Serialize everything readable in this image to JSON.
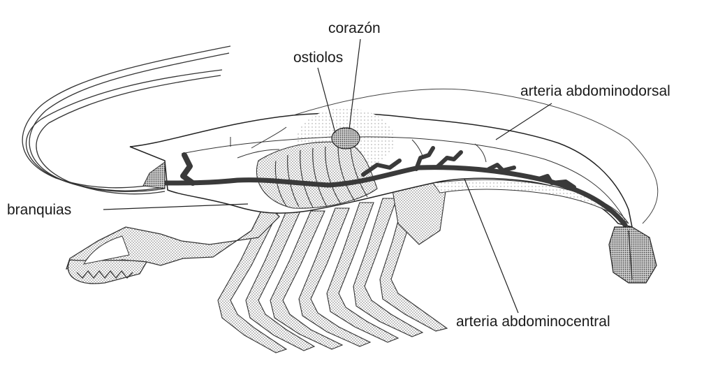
{
  "labels": {
    "heart": "corazón",
    "ostioles": "ostiolos",
    "dorsal_artery": "arteria abdominodorsal",
    "gills": "branquias",
    "central_artery": "arteria abdominocentral"
  },
  "colors": {
    "ink": "#222222",
    "stipple": "#bdbdbd",
    "dark_stipple": "#6e6e6e",
    "artery": "#3a3a3a",
    "background": "#ffffff"
  }
}
